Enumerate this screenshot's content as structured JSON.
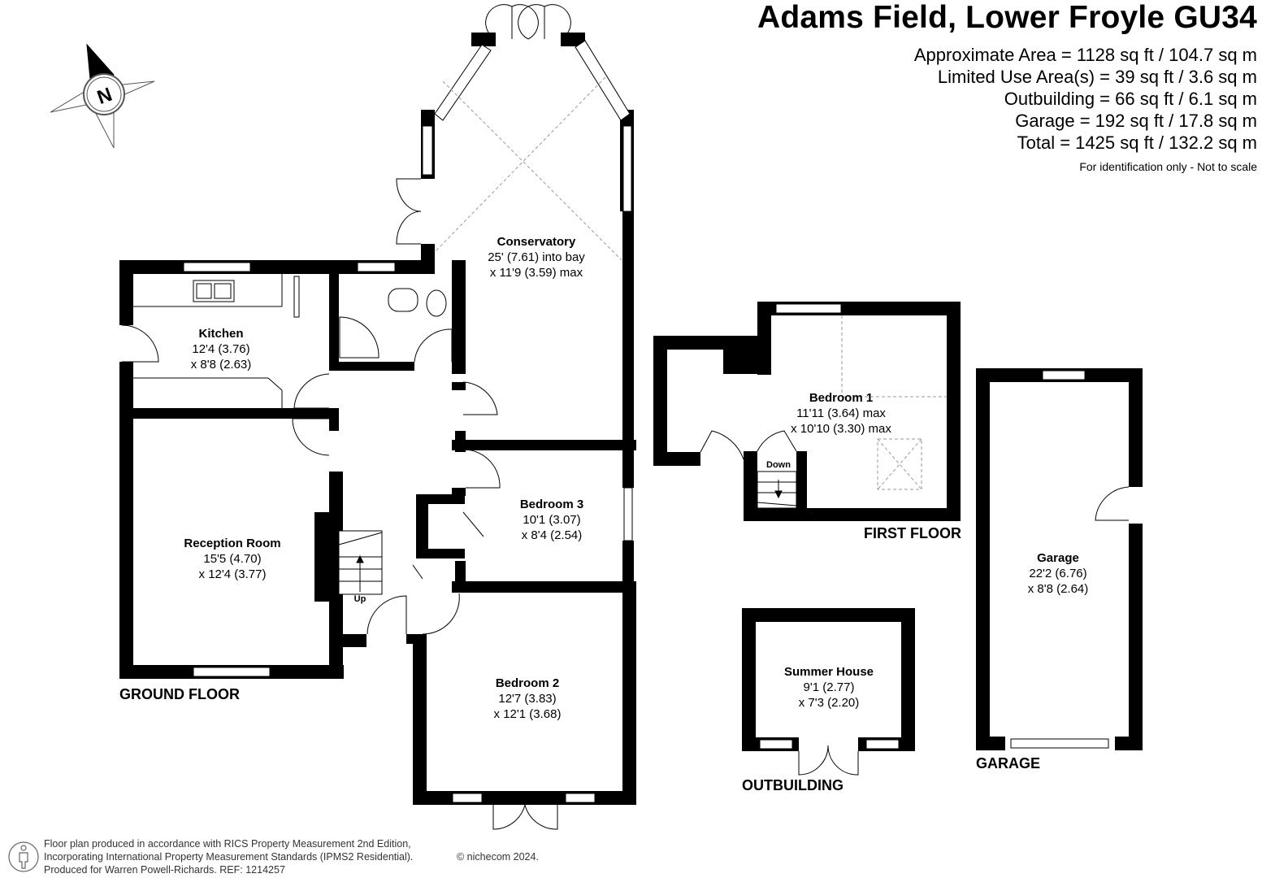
{
  "header": {
    "title": "Adams Field, Lower Froyle GU34",
    "areas": [
      "Approximate Area = 1128 sq ft / 104.7 sq m",
      "Limited Use Area(s) = 39 sq ft / 3.6 sq m",
      "Outbuilding = 66 sq ft / 6.1 sq m",
      "Garage = 192 sq ft / 17.8 sq m",
      "Total = 1425 sq ft / 132.2 sq m"
    ],
    "note": "For identification only - Not to scale"
  },
  "compass": {
    "label": "N",
    "icon": "compass-icon"
  },
  "rooms": {
    "conservatory": {
      "name": "Conservatory",
      "dim1": "25' (7.61) into bay",
      "dim2": "x 11'9 (3.59) max"
    },
    "kitchen": {
      "name": "Kitchen",
      "dim1": "12'4 (3.76)",
      "dim2": "x 8'8 (2.63)"
    },
    "reception": {
      "name": "Reception Room",
      "dim1": "15'5 (4.70)",
      "dim2": "x 12'4 (3.77)"
    },
    "bedroom3": {
      "name": "Bedroom 3",
      "dim1": "10'1 (3.07)",
      "dim2": "x 8'4 (2.54)"
    },
    "bedroom2": {
      "name": "Bedroom 2",
      "dim1": "12'7 (3.83)",
      "dim2": "x 12'1 (3.68)"
    },
    "bedroom1": {
      "name": "Bedroom 1",
      "dim1": "11'11 (3.64) max",
      "dim2": "x 10'10 (3.30) max"
    },
    "summerhouse": {
      "name": "Summer House",
      "dim1": "9'1 (2.77)",
      "dim2": "x 7'3 (2.20)"
    },
    "garage": {
      "name": "Garage",
      "dim1": "22'2 (6.76)",
      "dim2": "x 8'8 (2.64)"
    }
  },
  "stairs": {
    "up": "Up",
    "down": "Down"
  },
  "floors": {
    "ground": "GROUND FLOOR",
    "first": "FIRST FLOOR",
    "outbuilding": "OUTBUILDING",
    "garage": "GARAGE"
  },
  "footer": {
    "line1": "Floor plan produced in accordance with RICS Property Measurement 2nd Edition,",
    "line2": "Incorporating International Property Measurement Standards (IPMS2 Residential).",
    "line3": "Produced for Warren Powell-Richards.   REF: 1214257",
    "copyright": "© nichecom 2024."
  },
  "colors": {
    "wall": "#000000",
    "window": "#ffffff",
    "line": "#000000",
    "dashed": "#9a9a9a"
  }
}
